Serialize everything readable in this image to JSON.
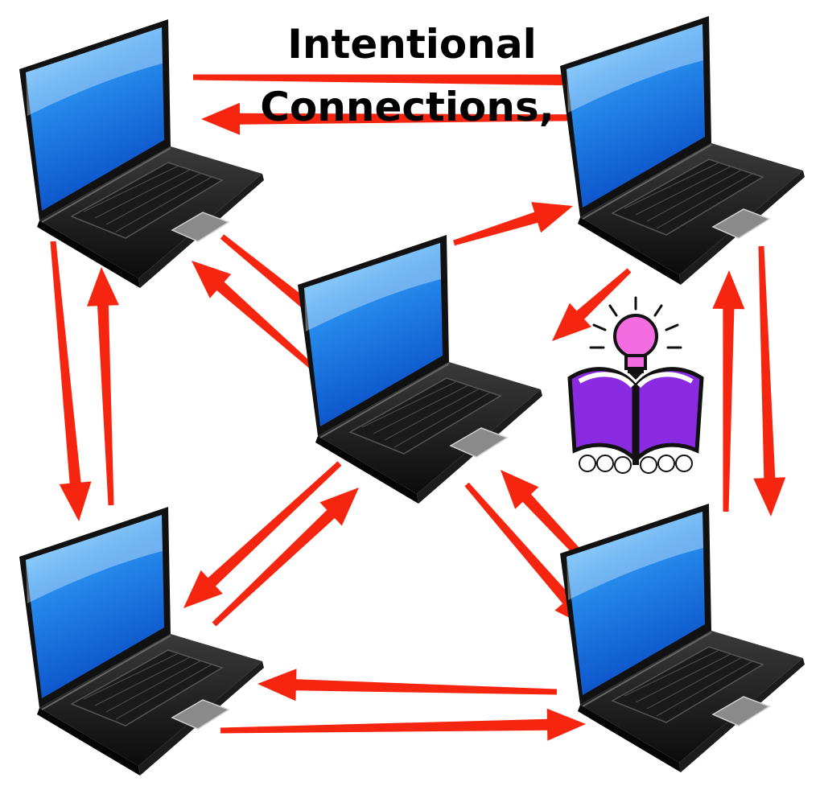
{
  "title": {
    "line1": "Intentional",
    "line2": "Connections,"
  },
  "nodes": [
    {
      "id": "laptop-top-left",
      "icon": "laptop-icon"
    },
    {
      "id": "laptop-top-right",
      "icon": "laptop-icon"
    },
    {
      "id": "laptop-center",
      "icon": "laptop-icon"
    },
    {
      "id": "laptop-bottom-left",
      "icon": "laptop-icon"
    },
    {
      "id": "laptop-bottom-right",
      "icon": "laptop-icon"
    }
  ],
  "emblem": {
    "icon": "book-lightbulb-icon"
  },
  "edges": [
    {
      "from": "laptop-top-left",
      "to": "laptop-top-right"
    },
    {
      "from": "laptop-top-right",
      "to": "laptop-top-left"
    },
    {
      "from": "laptop-top-left",
      "to": "laptop-bottom-left"
    },
    {
      "from": "laptop-bottom-left",
      "to": "laptop-top-left"
    },
    {
      "from": "laptop-top-right",
      "to": "laptop-bottom-right"
    },
    {
      "from": "laptop-bottom-right",
      "to": "laptop-top-right"
    },
    {
      "from": "laptop-bottom-right",
      "to": "laptop-bottom-left"
    },
    {
      "from": "laptop-bottom-left",
      "to": "laptop-bottom-right"
    },
    {
      "from": "laptop-top-left",
      "to": "laptop-center"
    },
    {
      "from": "laptop-center",
      "to": "laptop-top-left"
    },
    {
      "from": "laptop-center",
      "to": "laptop-top-right"
    },
    {
      "from": "laptop-top-right",
      "to": "laptop-center"
    },
    {
      "from": "laptop-center",
      "to": "laptop-bottom-left"
    },
    {
      "from": "laptop-bottom-left",
      "to": "laptop-center"
    },
    {
      "from": "laptop-center",
      "to": "laptop-bottom-right"
    },
    {
      "from": "laptop-bottom-right",
      "to": "laptop-center"
    }
  ],
  "colors": {
    "arrow": "#f5250f",
    "laptop_body": "#111111",
    "screen_light": "#8fe0ff",
    "screen_dark": "#0a5ed8",
    "book": "#8a2be2",
    "bulb": "#f46de0"
  }
}
